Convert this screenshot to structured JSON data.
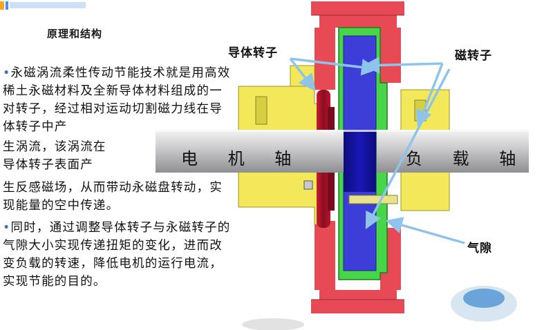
{
  "slide": {
    "section_title": "原理和结构",
    "paragraphs": [
      "永磁涡流柔性传动节能技术就是用高效稀土永磁材料及全新导体材料组成的一对转子，经过相对运动切割磁力线在导体转子中产",
      "生涡流，该涡流在",
      "导体转子表面产",
      "生反感磁场，从而带动永磁盘转动，实现能量的空中传递。",
      "同时，通过调整导体转子与永磁转子的气隙大小实现传递扭矩的变化，进而改变负载的转速，降低电机的运行电流，实现节能的目的。"
    ],
    "bullet_glyph": "•"
  },
  "diagram": {
    "labels": {
      "motor_shaft": "电 机 轴",
      "load_shaft": "负 载 轴",
      "conductor_rotor": "导体转子",
      "magnet_rotor": "磁转子",
      "air_gap": "气隙"
    }
  },
  "colors": {
    "housing_red": "#e84a55",
    "flange_yellow": "#f3e85a",
    "shaft_grey": "#b9b9bb",
    "magnet_blue": "#3d3dd8",
    "conductor_green": "#47d64a",
    "disc_darkred": "#a3102a",
    "arrow_blue": "#8ec4ea",
    "bullet_blue": "#3a6fc4"
  }
}
